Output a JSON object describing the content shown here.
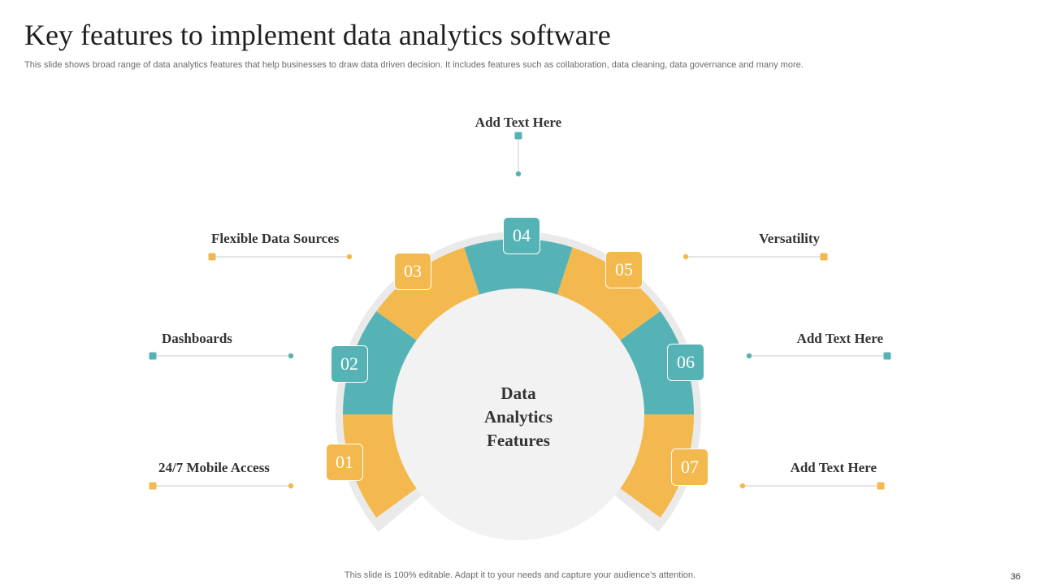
{
  "slide": {
    "title": "Key features to implement data analytics software",
    "subtitle": "This slide shows broad range of data analytics features that help businesses to draw data driven decision. It includes features such as collaboration, data cleaning, data governance and many more.",
    "footer": "This slide is 100% editable. Adapt it to your needs and capture your audience’s attention.",
    "page_number": "36"
  },
  "colors": {
    "yellow": "#F4B94E",
    "teal": "#56B3B5",
    "ring_bg": "#EAEAEA",
    "center_bg": "#F2F2F2",
    "connector": "#C8C8C8"
  },
  "center": {
    "line1": "Data",
    "line2": "Analytics",
    "line3": "Features"
  },
  "features": [
    {
      "number": "01",
      "label": "24/7 Mobile Access",
      "color": "yellow"
    },
    {
      "number": "02",
      "label": "Dashboards",
      "color": "teal"
    },
    {
      "number": "03",
      "label": "Flexible Data Sources",
      "color": "yellow"
    },
    {
      "number": "04",
      "label": "Add Text Here",
      "color": "teal"
    },
    {
      "number": "05",
      "label": "Versatility",
      "color": "yellow"
    },
    {
      "number": "06",
      "label": "Add Text Here",
      "color": "teal"
    },
    {
      "number": "07",
      "label": "Add Text Here",
      "color": "yellow"
    }
  ]
}
